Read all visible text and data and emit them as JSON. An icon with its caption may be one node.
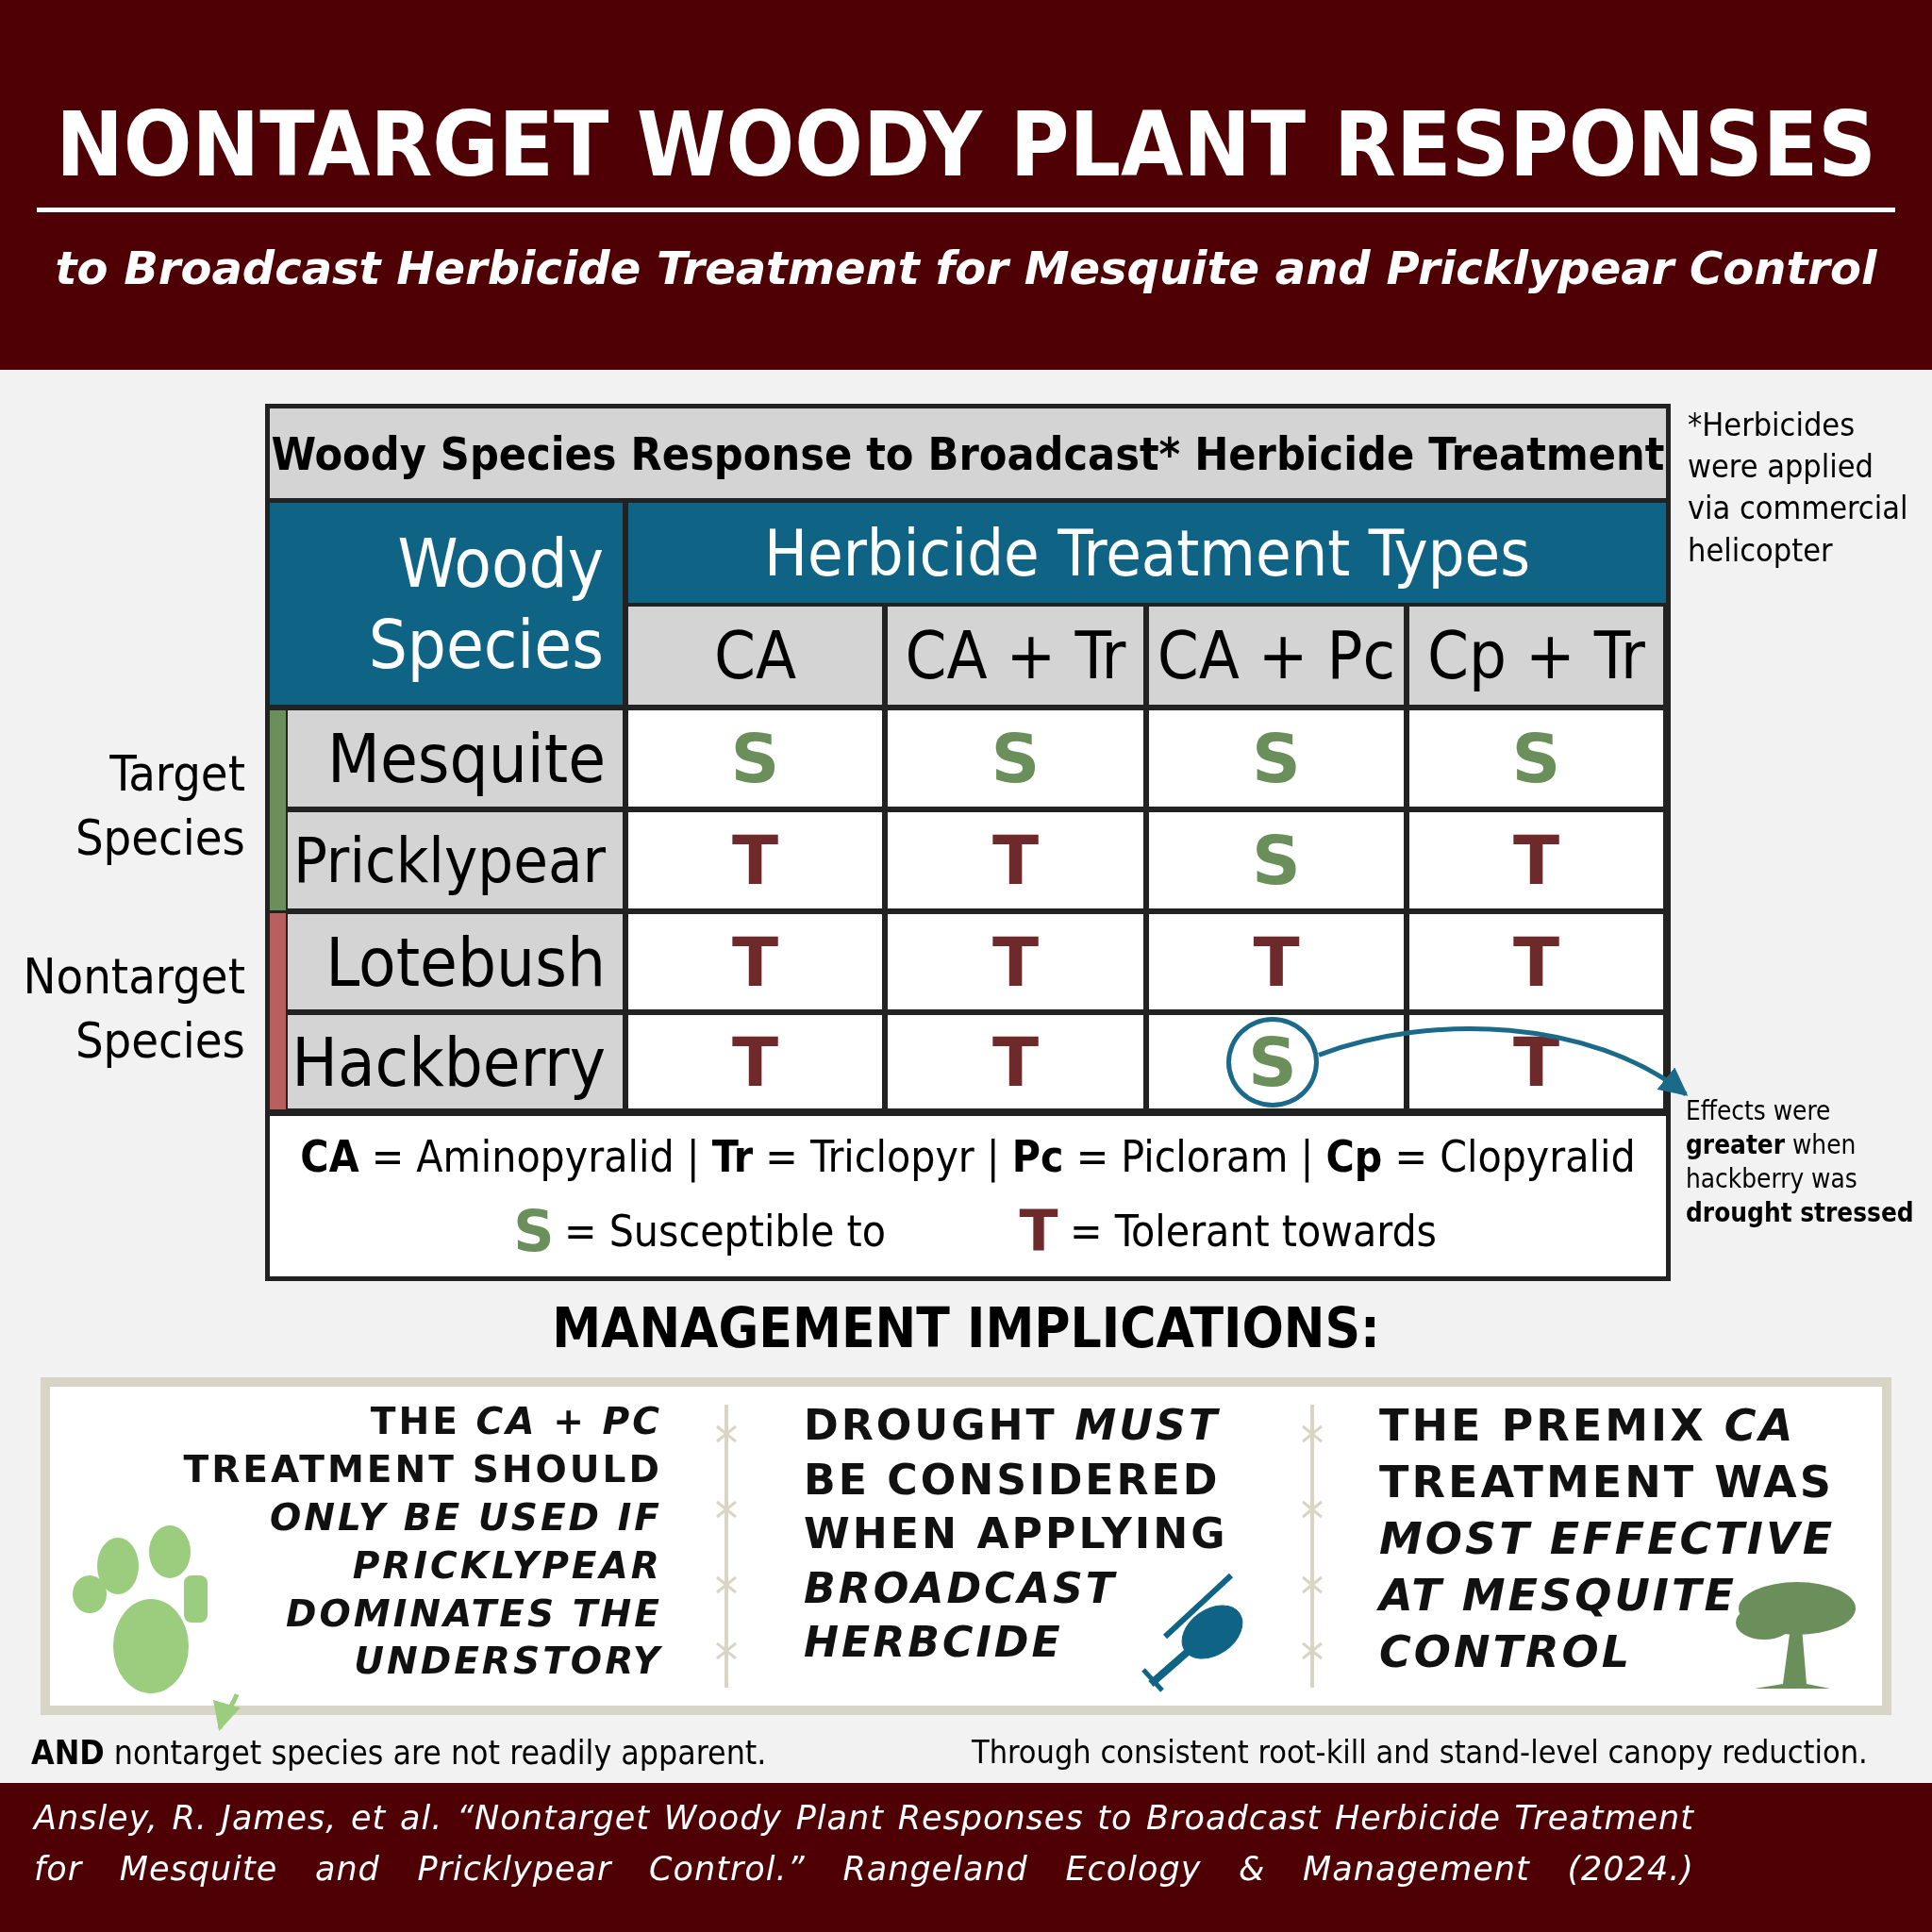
{
  "diagram": {
    "title": "NONTARGET WOODY PLANT RESPONSES",
    "caption": "Ansley, R. James, et al. “Nontarget Woody Plant Responses to Broadcast Herbicide Treatment for Mesquite and Pricklypear Control.” Rangeland Ecology & Management (2024.)",
    "nodes": [
      {
        "text": [
          "S"
        ]
      },
      {
        "text": [
          "Effects were **greater** when hackberry was **drought stressed**"
        ]
      },
      {
        "text": [
          "THE *CA + PC* TREATMENT SHOULD *ONLY BE USED IF PRICKLYPEAR DOMINATES THE UNDERSTORY*"
        ]
      },
      {
        "text": [
          "**AND** nontarget species are not readily apparent."
        ]
      }
    ],
    "edges": [
      {
        "from": 0,
        "to": 1,
        "arrow": "to",
        "color": "#1b6a8a"
      },
      {
        "from": 2,
        "to": 3,
        "arrow": "to",
        "color": "#9ccc7e"
      }
    ],
    "labels": [
      "to Broadcast Herbicide Treatment for Mesquite and Pricklypear Control",
      "Woody Species Response to Broadcast* Herbicide Treatment",
      "*Herbicides were applied via commercial helicopter",
      "Woody Species",
      "Herbicide Treatment Types",
      "CA",
      "CA + Tr",
      "CA + Pc",
      "Cp + Tr",
      "Target Species",
      "Nontarget Species",
      "Mesquite",
      "S",
      "S",
      "S",
      "S",
      "Pricklypear",
      "T",
      "T",
      "S",
      "T",
      "Lotebush",
      "T",
      "T",
      "T",
      "T",
      "Hackberry",
      "T",
      "T",
      "T",
      "**CA** = Aminopyralid | **Tr** = Triclopyr | **Pc** = Picloram | **Cp** = Clopyralid",
      "S",
      "= Susceptible to",
      "T",
      "= Tolerant towards",
      "MANAGEMENT IMPLICATIONS:",
      "DROUGHT *MUST* BE CONSIDERED WHEN APPLYING *BROADCAST HERBCIDE*",
      "THE PREMIX *CA* TREATMENT WAS *MOST EFFECTIVE AT MESQUITE CONTROL*",
      "Through consistent root-kill and stand-level canopy reduction."
    ]
  }
}
